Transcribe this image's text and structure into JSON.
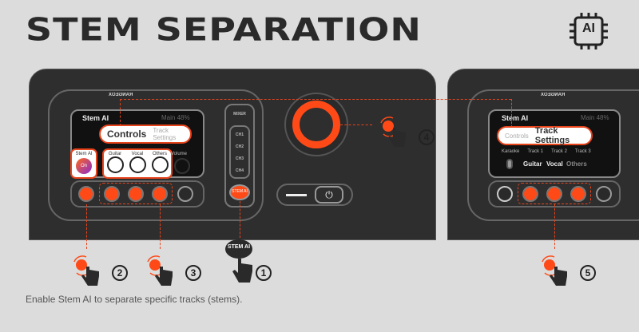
{
  "title": "STEM SEPARATION",
  "badge_icon": "ai-chip-icon",
  "badge_text": "AI",
  "caption": "Enable Stem AI to separate specific tracks (stems).",
  "logo_text": "RANGEOX",
  "left_screen": {
    "header": "Stem AI",
    "main": "Main 48%",
    "tab_active": "Controls",
    "tab_inactive": "Track Settings",
    "stem_ai_label": "Stem AI",
    "stem_ai_toggle": "On",
    "tracks": [
      "Guitar",
      "Vocal",
      "Others"
    ],
    "volume_label": "Volume"
  },
  "channel_strip": {
    "mixer": "MIXER",
    "channels": [
      "CH1",
      "CH2",
      "CH3",
      "CH4"
    ],
    "stem_ai_button": "STEM AI"
  },
  "right_screen": {
    "header": "Stem AI",
    "main": "Main 48%",
    "tab_inactive": "Controls",
    "tab_active": "Track Settings",
    "columns": [
      "Karaoke",
      "Track 1",
      "Track 2",
      "Track 3"
    ],
    "values": [
      "Guitar",
      "Vocal",
      "Others"
    ]
  },
  "steps": [
    "1",
    "2",
    "3",
    "4",
    "5"
  ],
  "stem_bubble": "STEM AI",
  "colors": {
    "accent": "#ff4a17",
    "body": "#2e2e2e",
    "background": "#dcdcdc"
  }
}
